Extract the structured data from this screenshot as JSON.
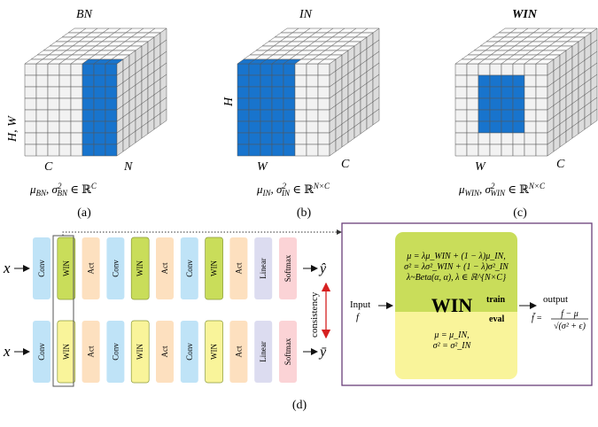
{
  "panels": [
    {
      "title": "BN",
      "formula": "μ_BN, σ²_BN ∈ ℝ^C",
      "caption": "(a)",
      "labels": {
        "left": "H, W",
        "bottom_left": "C",
        "bottom_right": "N"
      }
    },
    {
      "title": "IN",
      "formula": "μ_IN, σ²_IN ∈ ℝ^{N×C}",
      "caption": "(b)",
      "labels": {
        "left": "H",
        "bottom_left": "W",
        "bottom_right": "C"
      }
    },
    {
      "title": "WIN",
      "formula": "μ_WIN, σ²_WIN ∈ ℝ^{N×C}",
      "caption": "(c)",
      "labels": {
        "left": "",
        "bottom_left": "W",
        "bottom_right": "C"
      }
    }
  ],
  "network": {
    "input_label": "x",
    "top_blocks": [
      "Conv",
      "WIN",
      "Act",
      "Conv",
      "WIN",
      "Act",
      "Conv",
      "WIN",
      "Act",
      "Linear",
      "Softmax"
    ],
    "bottom_blocks": [
      "Conv",
      "WIN",
      "Act",
      "Conv",
      "WIN",
      "Act",
      "Conv",
      "WIN",
      "Act",
      "Linear",
      "Softmax"
    ],
    "top_output": "ŷ",
    "bottom_output": "ȳ",
    "consistency_label": "consistency",
    "caption": "(d)"
  },
  "win_detail": {
    "input_label": "Input",
    "input_symbol": "f",
    "train_line1": "μ = λμ_WIN + (1 − λ)μ_IN,",
    "train_line2": "σ² = λσ²_WIN + (1 − λ)σ²_IN",
    "train_line3": "λ~Beta(α, α), λ ∈ ℝ^{N×C}",
    "title": "WIN",
    "train_tag": "train",
    "eval_tag": "eval",
    "eval_line1": "μ = μ_IN,",
    "eval_line2": "σ² = σ²_IN",
    "output_label": "output",
    "output_formula_lhs": "f̃ =",
    "output_numerator": "f − μ",
    "output_denominator": "√(σ² + ϵ)"
  },
  "colors": {
    "blue": "#1874cd",
    "conv": "#bfe3f7",
    "win_train": "#c9dd5a",
    "win_eval": "#f9f49a",
    "act": "#fde0bf",
    "linear": "#dcdcf0",
    "softmax": "#fbd3d6",
    "panel_border": "#6a3f7a",
    "consistency": "#d62020"
  }
}
